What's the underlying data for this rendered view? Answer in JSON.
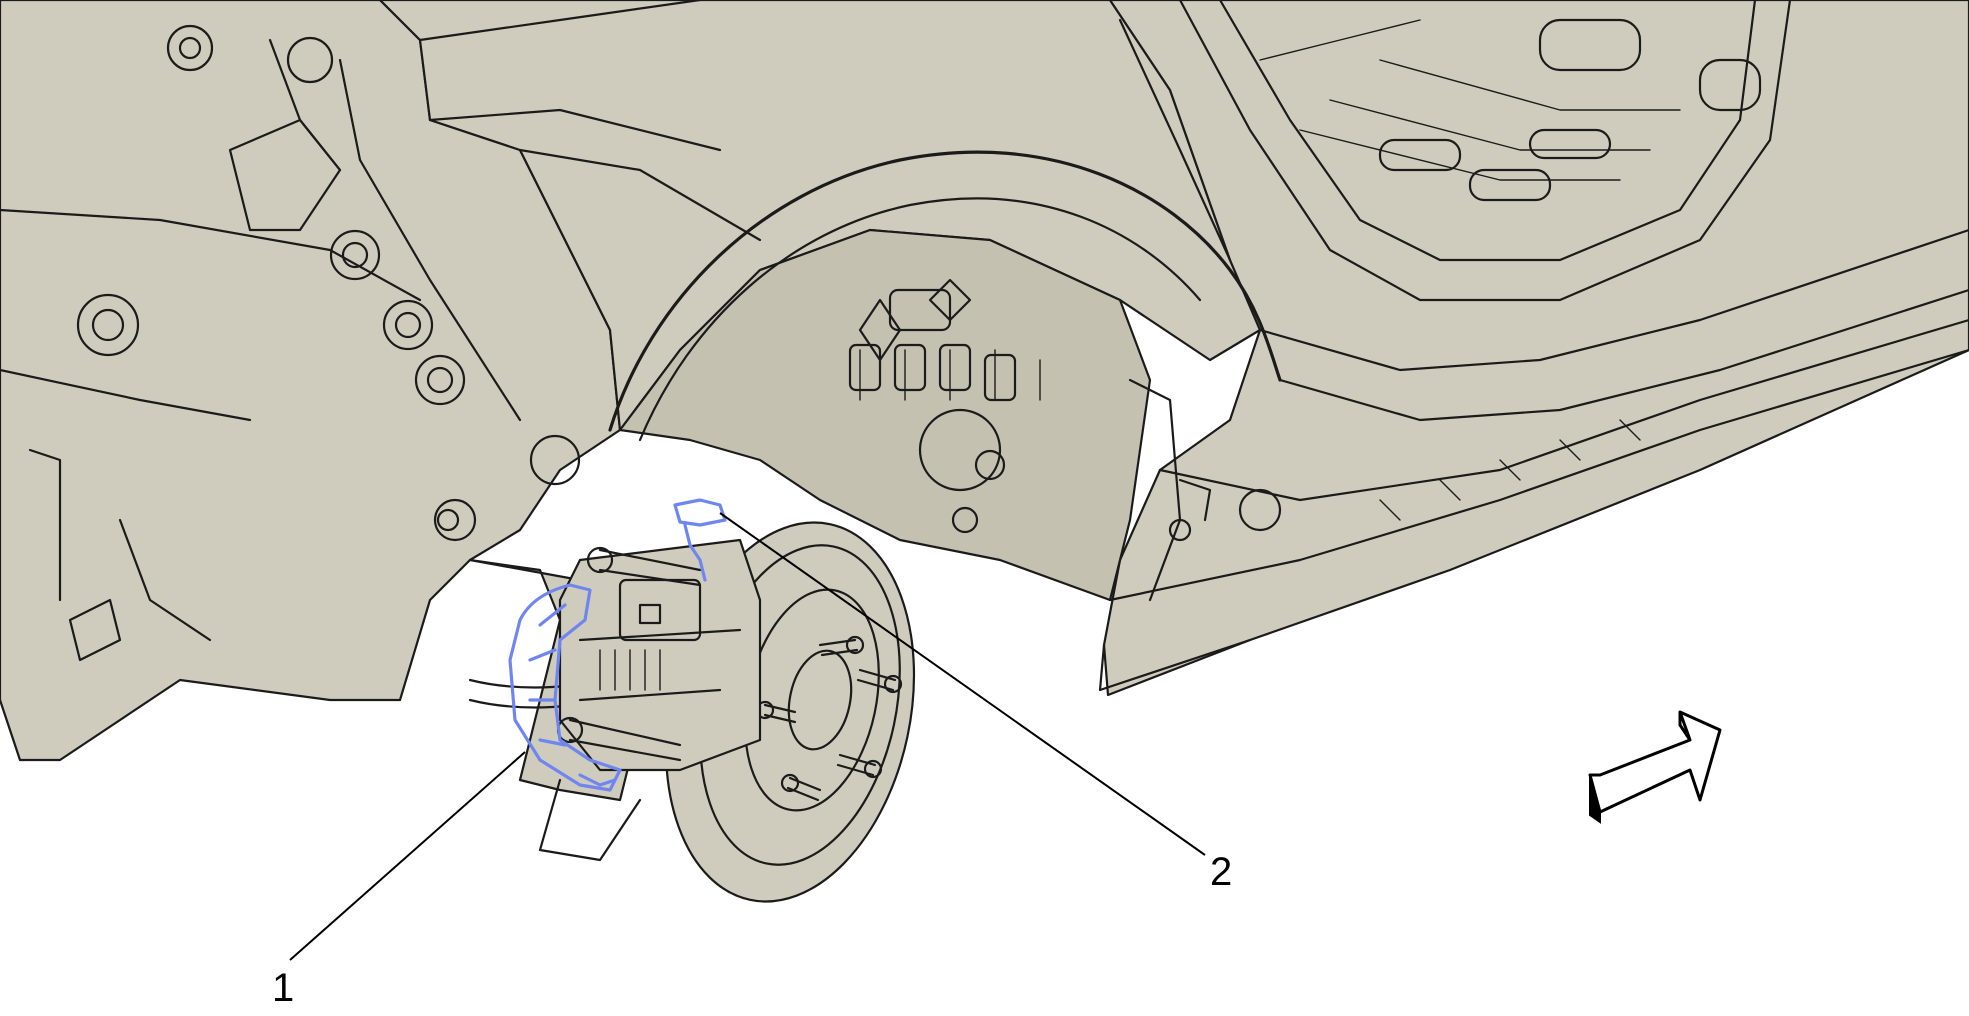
{
  "colors": {
    "body_fill": "#cfccbd",
    "body_shade": "#c4c1b1",
    "line": "#1b1b1b",
    "highlight": "#6f86f0",
    "background": "#ffffff"
  },
  "callouts": [
    {
      "id": "1",
      "label": "1",
      "target": "brake-caliper-mounting-bracket"
    },
    {
      "id": "2",
      "label": "2",
      "target": "wheel-speed-sensor-connector"
    }
  ],
  "icons": {
    "direction_arrow": "forward-arrow-icon"
  }
}
